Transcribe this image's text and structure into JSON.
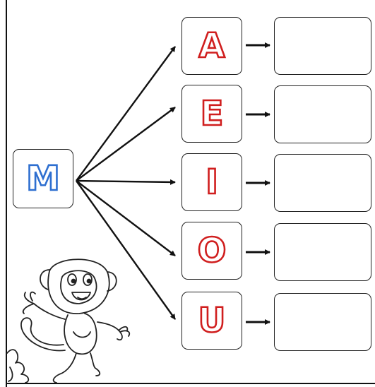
{
  "source_letter": "M",
  "vowels": [
    "A",
    "E",
    "I",
    "O",
    "U"
  ],
  "colors": {
    "source": "#2e6fd0",
    "vowels": "#d01e1e",
    "lines": "#111111"
  },
  "illustration": "monkey-line-drawing"
}
